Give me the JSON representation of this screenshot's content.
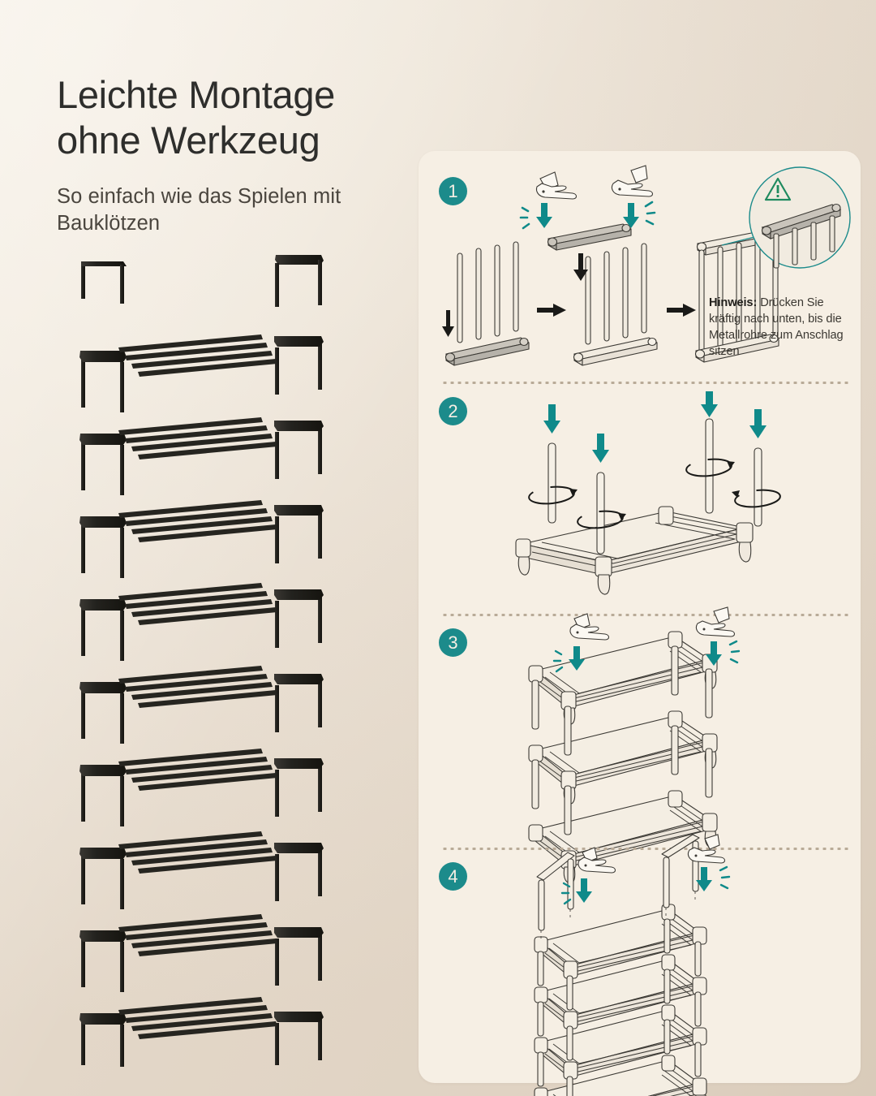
{
  "headline": "Leichte Montage ohne Werkzeug",
  "subheadline": "So einfach wie das Spielen mit Bauklötzen",
  "colors": {
    "background_top": "#f3ece3",
    "background_bottom": "#e3d7c8",
    "panel": "#f6efe4",
    "accent_teal": "#1c8b8b",
    "arrow_teal": "#0f8a8a",
    "warning_green": "#1f8a5f",
    "text_dark": "#2e2e2c",
    "product_black": "#24231f",
    "divider_dot": "#b9ab98"
  },
  "product": {
    "name": "10-tier black metal shoe rack",
    "tiers": 10,
    "bars_per_tier": 4
  },
  "panel": {
    "steps": [
      {
        "number": "1",
        "name": "insert-tubes-into-base-connector",
        "icons": [
          "hand-press-icon",
          "hand-press-icon",
          "arrow-down-teal-icon",
          "arrow-right-icon",
          "magnifier-circle-icon",
          "warning-triangle-icon"
        ],
        "note_label": "Hinweis:",
        "note_text": "Drücken Sie kräftig nach unten, bis die Metallrohre zum Anschlag sitzen"
      },
      {
        "number": "2",
        "name": "twist-and-press-tubes-into-shelf",
        "icons": [
          "arrow-down-teal-icon",
          "rotate-arrow-icon"
        ]
      },
      {
        "number": "3",
        "name": "stack-shelves-on-tubes",
        "icons": [
          "hand-press-icon",
          "arrow-down-teal-icon"
        ]
      },
      {
        "number": "4",
        "name": "attach-side-rails-to-top",
        "icons": [
          "hand-press-icon",
          "arrow-down-teal-icon"
        ]
      }
    ]
  }
}
